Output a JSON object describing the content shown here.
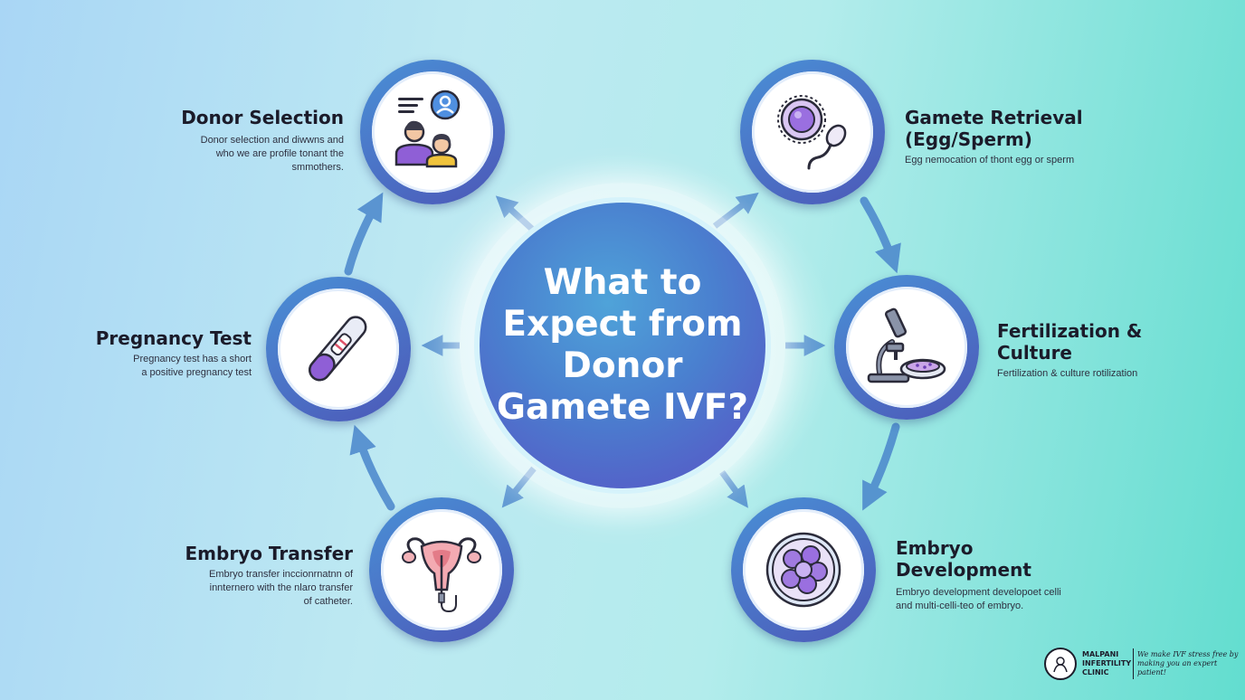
{
  "title": "What to Expect from Donor Gamete IVF?",
  "steps": [
    {
      "title": "Donor Selection",
      "description": "Donor selection and diwwns and who we are profile tonant the smmothers.",
      "icon": "donor-couple-profile-icon"
    },
    {
      "title": "Gamete Retrieval (Egg/Sperm)",
      "description": "Egg nemocation of thont egg or sperm",
      "icon": "egg-sperm-icon"
    },
    {
      "title": "Fertilization & Culture",
      "description": "Fertilization & culture rotilization",
      "icon": "microscope-petri-dish-icon"
    },
    {
      "title": "Embryo Development",
      "description": "Embryo development developoet celli and multi-celli-teo of embryo.",
      "icon": "embryo-cells-icon"
    },
    {
      "title": "Embryo Transfer",
      "description": "Embryo transfer inccionrnatnn of innternero with the nlaro transfer of catheter.",
      "icon": "uterus-catheter-icon"
    },
    {
      "title": "Pregnancy Test",
      "description": "Pregnancy test has a short a positive pregnancy test",
      "icon": "pregnancy-test-icon"
    }
  ],
  "brand": {
    "name": "MALPANI INFERTILITY CLINIC",
    "tagline": "We make IVF stress free by making you an expert patient!",
    "icon": "clinic-logo-icon"
  },
  "colors": {
    "ring_gradient_start": "#4a90d6",
    "ring_gradient_end": "#4c58b8",
    "center_gradient_start": "#4fa3d9",
    "center_gradient_end": "#5a4fc4",
    "arrow": "#4a86cc",
    "background_left": "#a9d6f5",
    "background_right": "#62ddcf"
  }
}
